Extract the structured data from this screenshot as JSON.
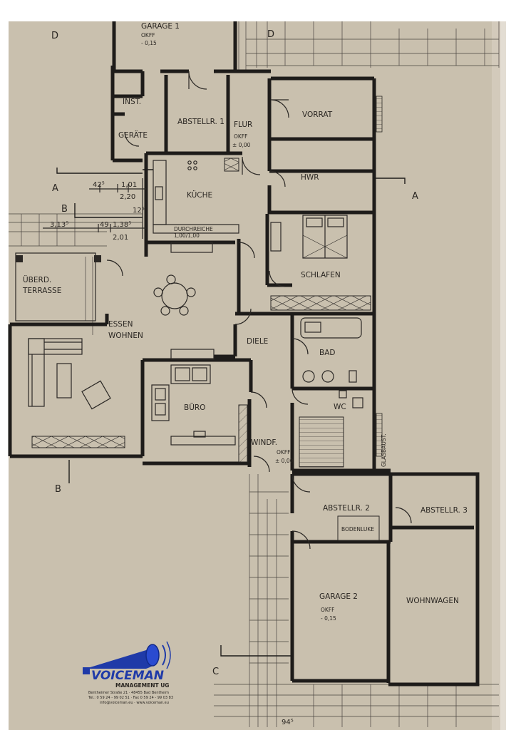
{
  "plan": {
    "rooms": {
      "garage1": "GARAGE 1",
      "garage1_level_label": "OKFF",
      "garage1_level_value": "- 0,15",
      "inst": "INST.",
      "geraete": "GERÄTE",
      "abstellr1": "ABSTELLR. 1",
      "flur": "FLUR",
      "flur_level_label": "OKFF",
      "flur_level_value": "± 0,00",
      "vorrat": "VORRAT",
      "kueche": "KÜCHE",
      "hwr": "HWR",
      "durchreiche": "DURCHREICHE",
      "durchreiche_size": "1,00/1,00",
      "schlafen": "SCHLAFEN",
      "terrasse_line1": "ÜBERD.",
      "terrasse_line2": "TERRASSE",
      "essen": "ESSEN",
      "wohnen": "WOHNEN",
      "diele": "DIELE",
      "bad": "BAD",
      "buero": "BÜRO",
      "wc": "WC",
      "windf": "WINDF.",
      "windf_level_label": "OKFF",
      "windf_level_value": "± 0,00",
      "glasbaust": "GLASBAUST.",
      "abstellr2": "ABSTELLR. 2",
      "bodenluke": "BODENLUKE",
      "abstellr3": "ABSTELLR. 3",
      "garage2": "GARAGE 2",
      "garage2_level_label": "OKFF",
      "garage2_level_value": "- 0,15",
      "wohnwagen": "WOHNWAGEN"
    },
    "section_marks": {
      "d_left": "D",
      "d_right": "D",
      "a_left": "A",
      "a_right": "A",
      "b_top": "B",
      "b_bottom": "B",
      "c": "C"
    },
    "dimensions": {
      "d1": "42⁵",
      "d2": "1,01",
      "d3": "2,20",
      "d4": "12⁵",
      "d5": "3,13⁵",
      "d6": "49",
      "d7": "1,38⁵",
      "d8": "2,01",
      "d9": "94⁵"
    }
  },
  "logo": {
    "name": "VOICEMAN",
    "subtitle": "MANAGEMENT UG",
    "address": "Bentheimer Straße 21 · 48455 Bad Bentheim",
    "phone": "Tel.: 0 59 24 - 99 02 51 · Fax 0 59 24 - 99 03 83",
    "web": "info@voiceman.eu · www.voiceman.eu",
    "color": "#1f3aa8"
  },
  "colors": {
    "paper": "#c8bfae",
    "ink": "#1e1c1a"
  }
}
